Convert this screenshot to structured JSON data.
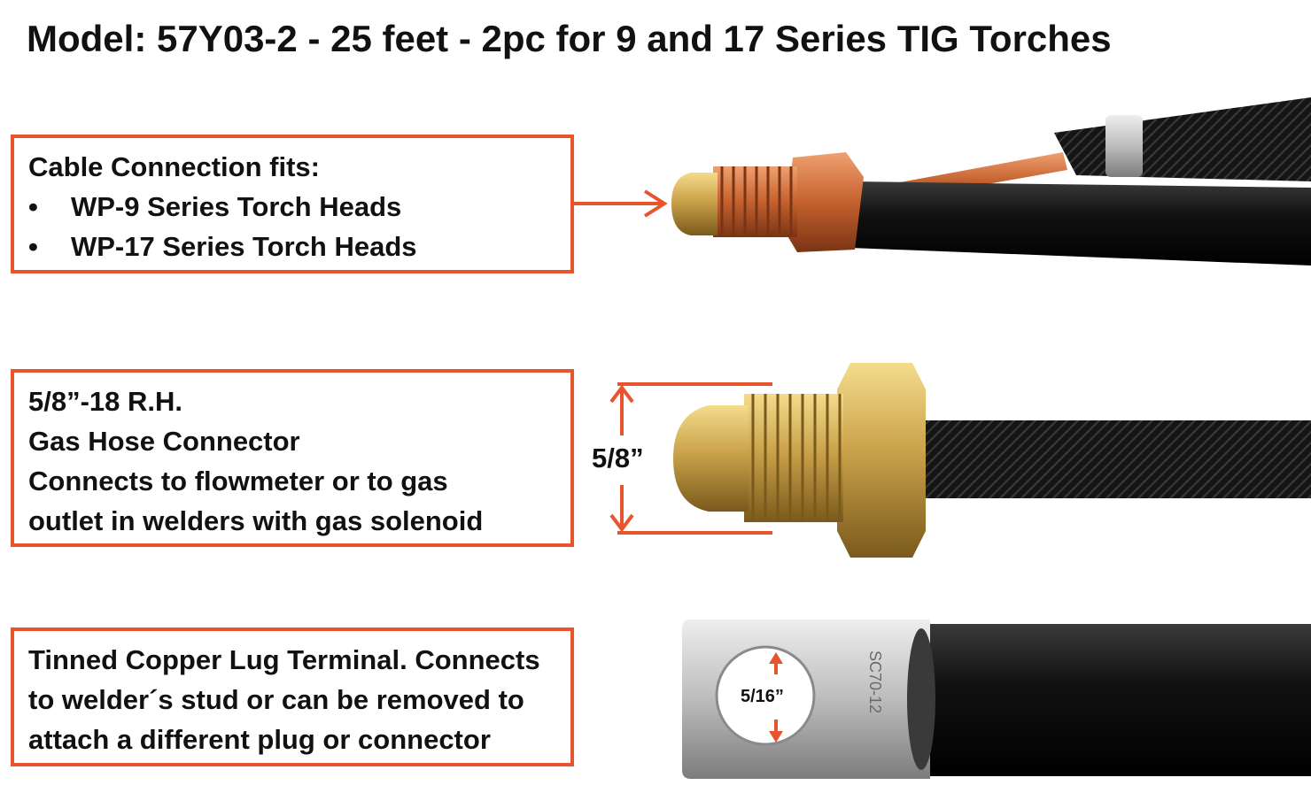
{
  "title": "Model: 57Y03-2 -  25 feet - 2pc for 9 and 17 Series TIG Torches",
  "cable_box": {
    "heading": "Cable Connection fits:",
    "bullet_symbol": "•",
    "items": [
      "WP-9 Series Torch Heads",
      "WP-17 Series Torch Heads"
    ]
  },
  "gas_box": {
    "lines": [
      "5/8”-18 R.H.",
      "Gas Hose Connector",
      "Connects to flowmeter or to gas",
      "outlet in welders with gas solenoid"
    ]
  },
  "lug_box": {
    "lines": [
      "Tinned Copper Lug Terminal. Connects",
      "to welder´s stud or can be removed to",
      "attach a different plug or connector"
    ]
  },
  "dimensions": {
    "gas_thread": "5/8”",
    "lug_hole": "5/16”",
    "lug_stamp": "SC70-12"
  },
  "colors": {
    "accent": "#e8542c",
    "copper": "#c8683a",
    "brass": "#c9a348",
    "cable": "#111111",
    "tin": "#bdbdbd"
  }
}
